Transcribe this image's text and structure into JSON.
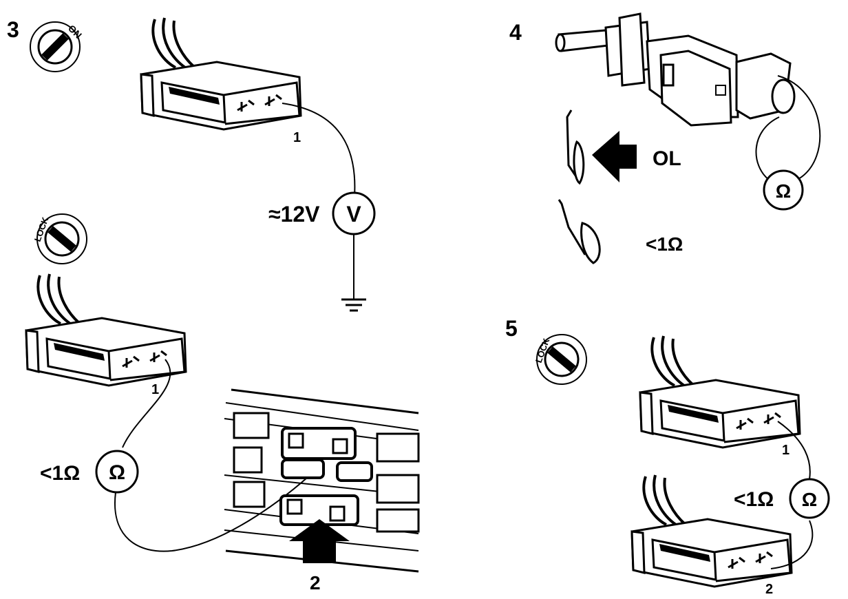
{
  "steps": {
    "step3": "3",
    "step4": "4",
    "step5": "5"
  },
  "ignition": {
    "on": "ON",
    "lock_a": "LOCK",
    "lock_b": "LOCK"
  },
  "panel3": {
    "pin_top": "1",
    "pin_bottom": "1",
    "voltage": "≈12V",
    "volt_symbol": "V",
    "resistance": "<1Ω",
    "ohm_symbol": "Ω",
    "fuse_callout": "2"
  },
  "panel4": {
    "open_reading": "OL",
    "closed_reading": "<1Ω",
    "ohm_symbol": "Ω"
  },
  "panel5": {
    "pin_top": "1",
    "pin_bottom": "2",
    "resistance": "<1Ω",
    "ohm_symbol": "Ω"
  },
  "colors": {
    "ink": "#000000",
    "paper": "#ffffff"
  }
}
